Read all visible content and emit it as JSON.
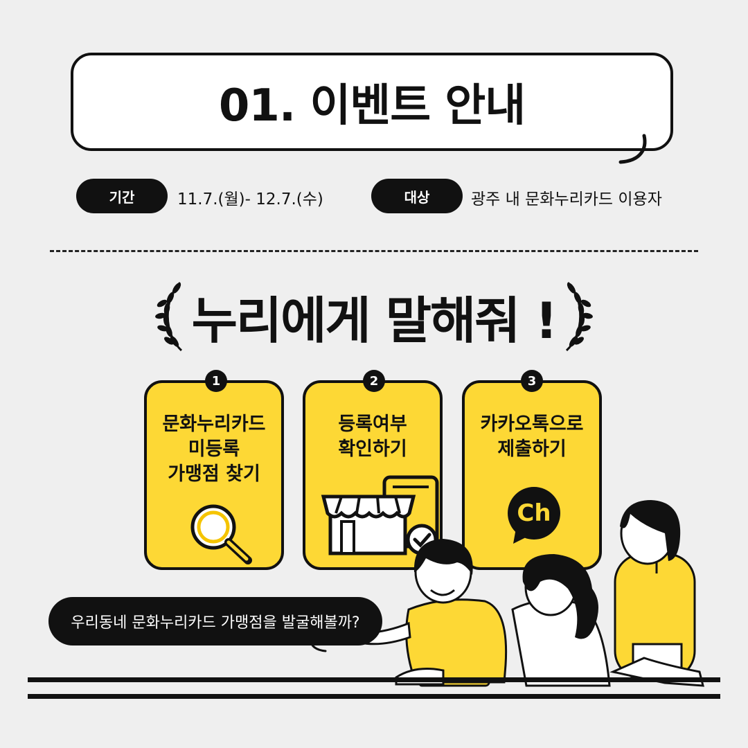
{
  "title": "01. 이벤트 안내",
  "period": {
    "label": "기간",
    "value": "11.7.(월)- 12.7.(수)"
  },
  "target": {
    "label": "대상",
    "value": "광주 내 문화누리카드 이용자"
  },
  "headline": "누리에게 말해줘 !",
  "steps": [
    {
      "number": "1",
      "lines": [
        "문화누리카드",
        "미등록",
        "가맹점 찾기"
      ],
      "icon": "magnifier-icon"
    },
    {
      "number": "2",
      "lines": [
        "등록여부",
        "확인하기"
      ],
      "icon": "store-check-icon"
    },
    {
      "number": "3",
      "lines": [
        "카카오톡으로",
        "제출하기"
      ],
      "icon": "kakao-channel-icon",
      "icon_text": "Ch"
    }
  ],
  "speech": "우리동네 문화누리카드 가맹점을 발굴해볼까?",
  "colors": {
    "accent": "#fdd835",
    "dark": "#111111",
    "background": "#efefef"
  }
}
